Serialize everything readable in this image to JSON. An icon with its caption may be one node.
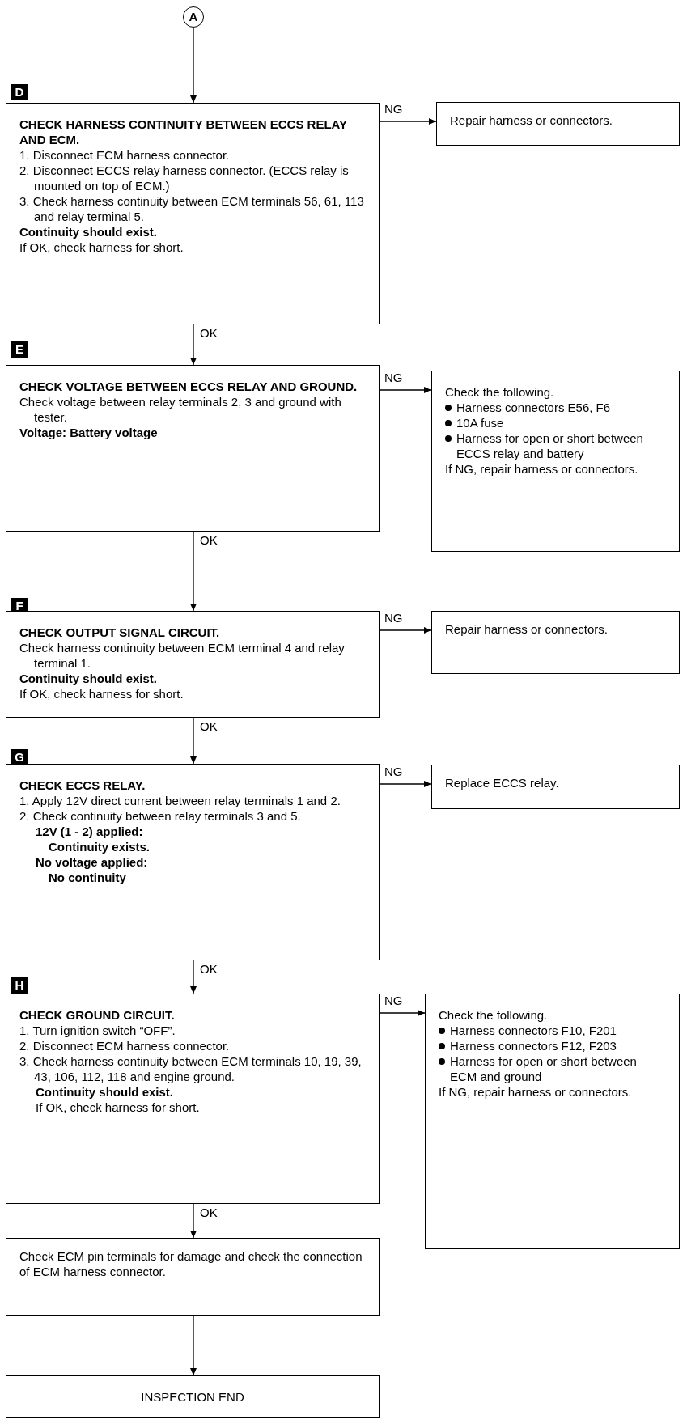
{
  "diagram": {
    "nodes": [
      {
        "text": [
          "A"
        ]
      },
      {
        "text": [
          "CHECK HARNESS CONTINUITY BETWEEN ECCS RELAY AND ECM.",
          "1. Disconnect ECM harness connector.",
          "2. Disconnect ECCS relay harness connector. (ECCS relay is mounted on top of ECM.)",
          "3. Check harness continuity between ECM terminals 56, 61, 113 and relay terminal 5.",
          "**Continuity should exist.**",
          "If OK, check harness for short."
        ]
      },
      {
        "text": [
          "Repair harness or connectors."
        ]
      },
      {
        "text": [
          "CHECK VOLTAGE BETWEEN ECCS RELAY AND GROUND.",
          "Check voltage between relay terminals 2, 3 and ground with tester.",
          "**Voltage: Battery voltage**"
        ]
      },
      {
        "text": [
          "Check the following.",
          "Harness connectors E56, F6",
          "10A fuse",
          "Harness for open or short between ECCS relay and battery",
          "If NG, repair harness or connectors."
        ]
      },
      {
        "text": [
          "CHECK OUTPUT SIGNAL CIRCUIT.",
          "Check harness continuity between ECM terminal 4 and relay terminal 1.",
          "**Continuity should exist.**",
          "If OK, check harness for short."
        ]
      },
      {
        "text": [
          "Repair harness or connectors."
        ]
      },
      {
        "text": [
          "CHECK ECCS RELAY.",
          "1. Apply 12V direct current between relay terminals 1 and 2.",
          "2. Check continuity between relay terminals 3 and 5.",
          "**12V (1 - 2) applied:**",
          "**Continuity exists.**",
          "**No voltage applied:**",
          "**No continuity**"
        ]
      },
      {
        "text": [
          "Replace ECCS relay."
        ]
      },
      {
        "text": [
          "CHECK GROUND CIRCUIT.",
          "1. Turn ignition switch “OFF”.",
          "2. Disconnect ECM harness connector.",
          "3. Check harness continuity between ECM terminals 10, 19, 39, 43, 106, 112, 118 and engine ground.",
          "**Continuity should exist.**",
          "If OK, check harness for short."
        ]
      },
      {
        "text": [
          "Check the following.",
          "Harness connectors F10, F201",
          "Harness connectors F12, F203",
          "Harness for open or short between ECM and ground",
          "If NG, repair harness or connectors."
        ]
      },
      {
        "text": [
          "Check ECM pin terminals for damage and check the connection of ECM harness connector."
        ]
      },
      {
        "text": [
          "INSPECTION END"
        ]
      }
    ],
    "edges": [
      {
        "from": 0,
        "to": 1,
        "arrow": "to"
      },
      {
        "from": 1,
        "to": 2,
        "arrow": "to",
        "label": "NG"
      },
      {
        "from": 1,
        "to": 3,
        "arrow": "to",
        "label": "OK"
      },
      {
        "from": 3,
        "to": 4,
        "arrow": "to",
        "label": "NG"
      },
      {
        "from": 3,
        "to": 5,
        "arrow": "to",
        "label": "OK"
      },
      {
        "from": 5,
        "to": 6,
        "arrow": "to",
        "label": "NG"
      },
      {
        "from": 5,
        "to": 7,
        "arrow": "to",
        "label": "OK"
      },
      {
        "from": 7,
        "to": 8,
        "arrow": "to",
        "label": "NG"
      },
      {
        "from": 7,
        "to": 9,
        "arrow": "to",
        "label": "OK"
      },
      {
        "from": 9,
        "to": 10,
        "arrow": "to",
        "label": "NG"
      },
      {
        "from": 9,
        "to": 11,
        "arrow": "to",
        "label": "OK"
      },
      {
        "from": 11,
        "to": 12,
        "arrow": "to"
      }
    ],
    "labels": [
      "D",
      "E",
      "F",
      "G",
      "H"
    ]
  }
}
